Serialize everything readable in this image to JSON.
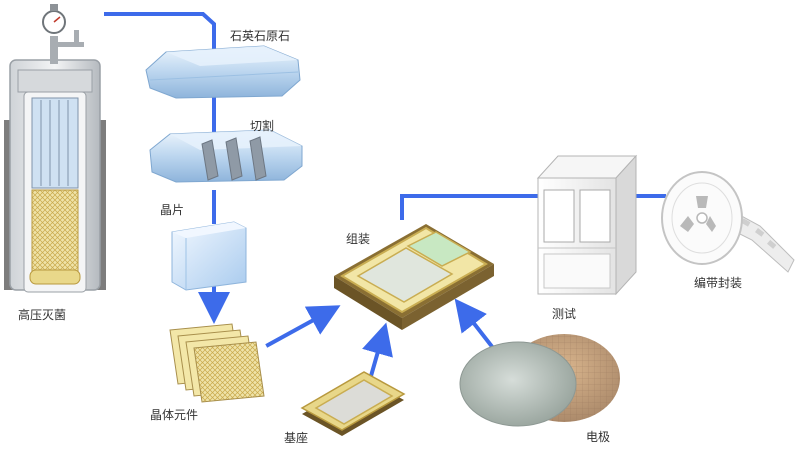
{
  "labels": {
    "autoclave": "高压灭菌",
    "quartz_raw": "石英石原石",
    "cutting": "切割",
    "wafer_slice": "晶片",
    "crystal_elements": "晶体元件",
    "assembly": "组装",
    "base": "基座",
    "electrode": "电极",
    "testing": "测试",
    "tape_packaging": "编带封装"
  },
  "colors": {
    "flow_line": "#3d6bea",
    "crystal": "#bcd6ef",
    "gold": "#d8c77a",
    "chip_base": "#a88f4c",
    "wafer": "#b79b7d",
    "wafer_front": "#a8b2ad"
  }
}
